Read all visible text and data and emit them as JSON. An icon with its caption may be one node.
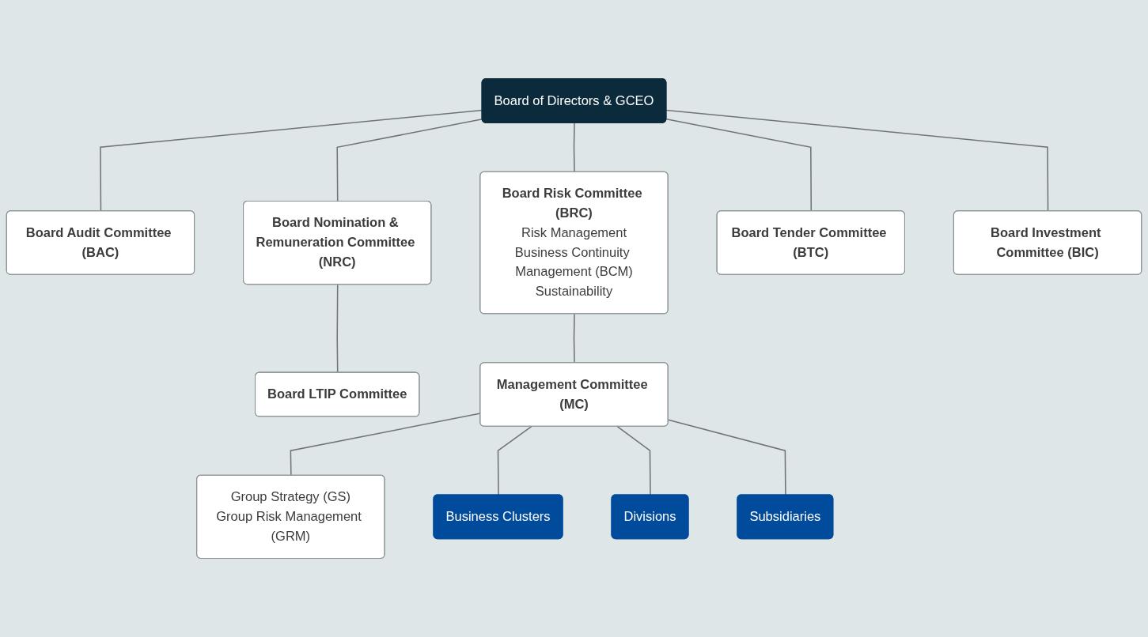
{
  "diagram": {
    "nodes": [
      {
        "text": [
          "Board of Directors & GCEO"
        ]
      },
      {
        "text": [
          "Board Audit Committee (BAC)"
        ]
      },
      {
        "text": [
          "Board Nomination & Remuneration Committee (NRC)"
        ]
      },
      {
        "text": [
          "Board Risk Committee (BRC)",
          "Risk Management",
          "Business Continuity Management (BCM)",
          "Sustainability"
        ]
      },
      {
        "text": [
          "Board Tender Committee (BTC)"
        ]
      },
      {
        "text": [
          "Board Investment Committee (BIC)"
        ]
      },
      {
        "text": [
          "Board LTIP Committee"
        ]
      },
      {
        "text": [
          "Group Strategy (GS)",
          "Group Risk Management (GRM)"
        ]
      },
      {
        "text": [
          "Management Committee (MC)"
        ]
      },
      {
        "text": [
          "Business Clusters"
        ]
      },
      {
        "text": [
          "Divisions"
        ]
      },
      {
        "text": [
          "Subsidiaries"
        ]
      }
    ],
    "edges": [
      {
        "from": 0,
        "to": 1,
        "arrow": "none"
      },
      {
        "from": 0,
        "to": 2,
        "arrow": "none"
      },
      {
        "from": 0,
        "to": 3,
        "arrow": "none"
      },
      {
        "from": 0,
        "to": 4,
        "arrow": "none"
      },
      {
        "from": 0,
        "to": 5,
        "arrow": "none"
      },
      {
        "from": 2,
        "to": 6,
        "arrow": "none"
      },
      {
        "from": 3,
        "to": 8,
        "arrow": "none"
      },
      {
        "from": 8,
        "to": 7,
        "arrow": "none"
      },
      {
        "from": 8,
        "to": 9,
        "arrow": "none"
      },
      {
        "from": 8,
        "to": 10,
        "arrow": "none"
      },
      {
        "from": 8,
        "to": 11,
        "arrow": "none"
      }
    ]
  }
}
